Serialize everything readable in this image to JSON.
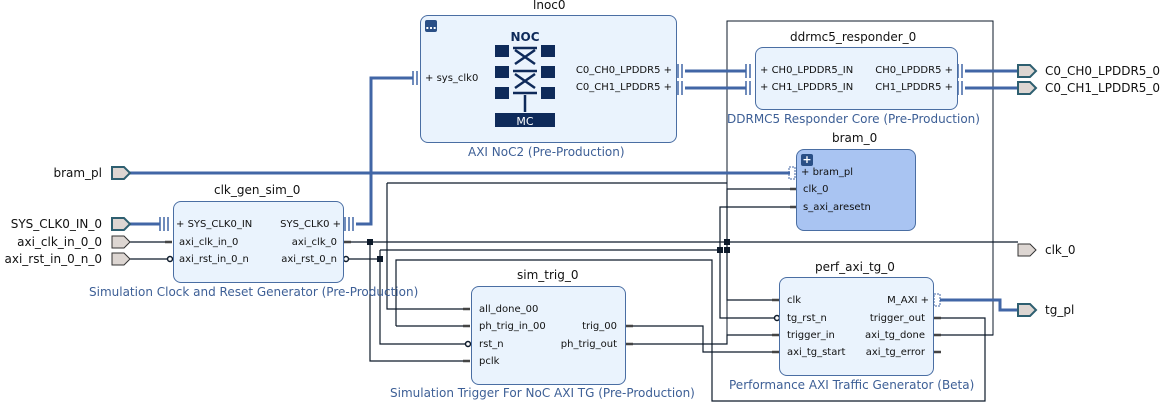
{
  "colors": {
    "block_fill": "#eaf3fd",
    "block_selected_fill": "#a9c4f2",
    "block_border": "#4a6ea3",
    "bus_wire": "#4166a6",
    "net_wire": "#0d1a2a",
    "port_fill": "#ddd6d2",
    "subtitle_text": "#3d5f96",
    "noc_icon": "#0e2a5a"
  },
  "external_ports": {
    "inputs": [
      {
        "name": "bram_pl",
        "type": "bus"
      },
      {
        "name": "SYS_CLK0_IN_0",
        "type": "bus"
      },
      {
        "name": "axi_clk_in_0_0",
        "type": "net"
      },
      {
        "name": "axi_rst_in_0_n_0",
        "type": "net"
      }
    ],
    "outputs": [
      {
        "name": "C0_CH0_LPDDR5_0",
        "type": "bus"
      },
      {
        "name": "C0_CH1_LPDDR5_0",
        "type": "bus"
      },
      {
        "name": "clk_0",
        "type": "net"
      },
      {
        "name": "tg_pl",
        "type": "bus"
      }
    ]
  },
  "blocks": {
    "noc": {
      "instance": "lnoc0",
      "subtitle": "AXI NoC2 (Pre-Production)",
      "icon_top": "NOC",
      "icon_bottom": "MC",
      "left_pins": [
        "sys_clk0"
      ],
      "right_pins": [
        "C0_CH0_LPDDR5",
        "C0_CH1_LPDDR5"
      ]
    },
    "ddrmc": {
      "instance": "ddrmc5_responder_0",
      "subtitle": "DDRMC5 Responder Core (Pre-Production)",
      "left_pins": [
        "CH0_LPDDR5_IN",
        "CH1_LPDDR5_IN"
      ],
      "right_pins": [
        "CH0_LPDDR5",
        "CH1_LPDDR5"
      ]
    },
    "bram": {
      "instance": "bram_0",
      "left_pins": [
        "bram_pl",
        "clk_0",
        "s_axi_aresetn"
      ]
    },
    "clkgen": {
      "instance": "clk_gen_sim_0",
      "subtitle": "Simulation Clock and Reset Generator (Pre-Production)",
      "left_pins": [
        "SYS_CLK0_IN",
        "axi_clk_in_0",
        "axi_rst_in_0_n"
      ],
      "right_pins": [
        "SYS_CLK0",
        "axi_clk_0",
        "axi_rst_0_n"
      ]
    },
    "simtrig": {
      "instance": "sim_trig_0",
      "subtitle": "Simulation Trigger For NoC AXI TG (Pre-Production)",
      "left_pins": [
        "all_done_00",
        "ph_trig_in_00",
        "rst_n",
        "pclk"
      ],
      "right_pins": [
        "trig_00",
        "ph_trig_out"
      ]
    },
    "perf": {
      "instance": "perf_axi_tg_0",
      "subtitle": "Performance AXI Traffic Generator (Beta)",
      "left_pins": [
        "clk",
        "tg_rst_n",
        "trigger_in",
        "axi_tg_start"
      ],
      "right_pins": [
        "M_AXI",
        "trigger_out",
        "axi_tg_done",
        "axi_tg_error"
      ]
    }
  }
}
